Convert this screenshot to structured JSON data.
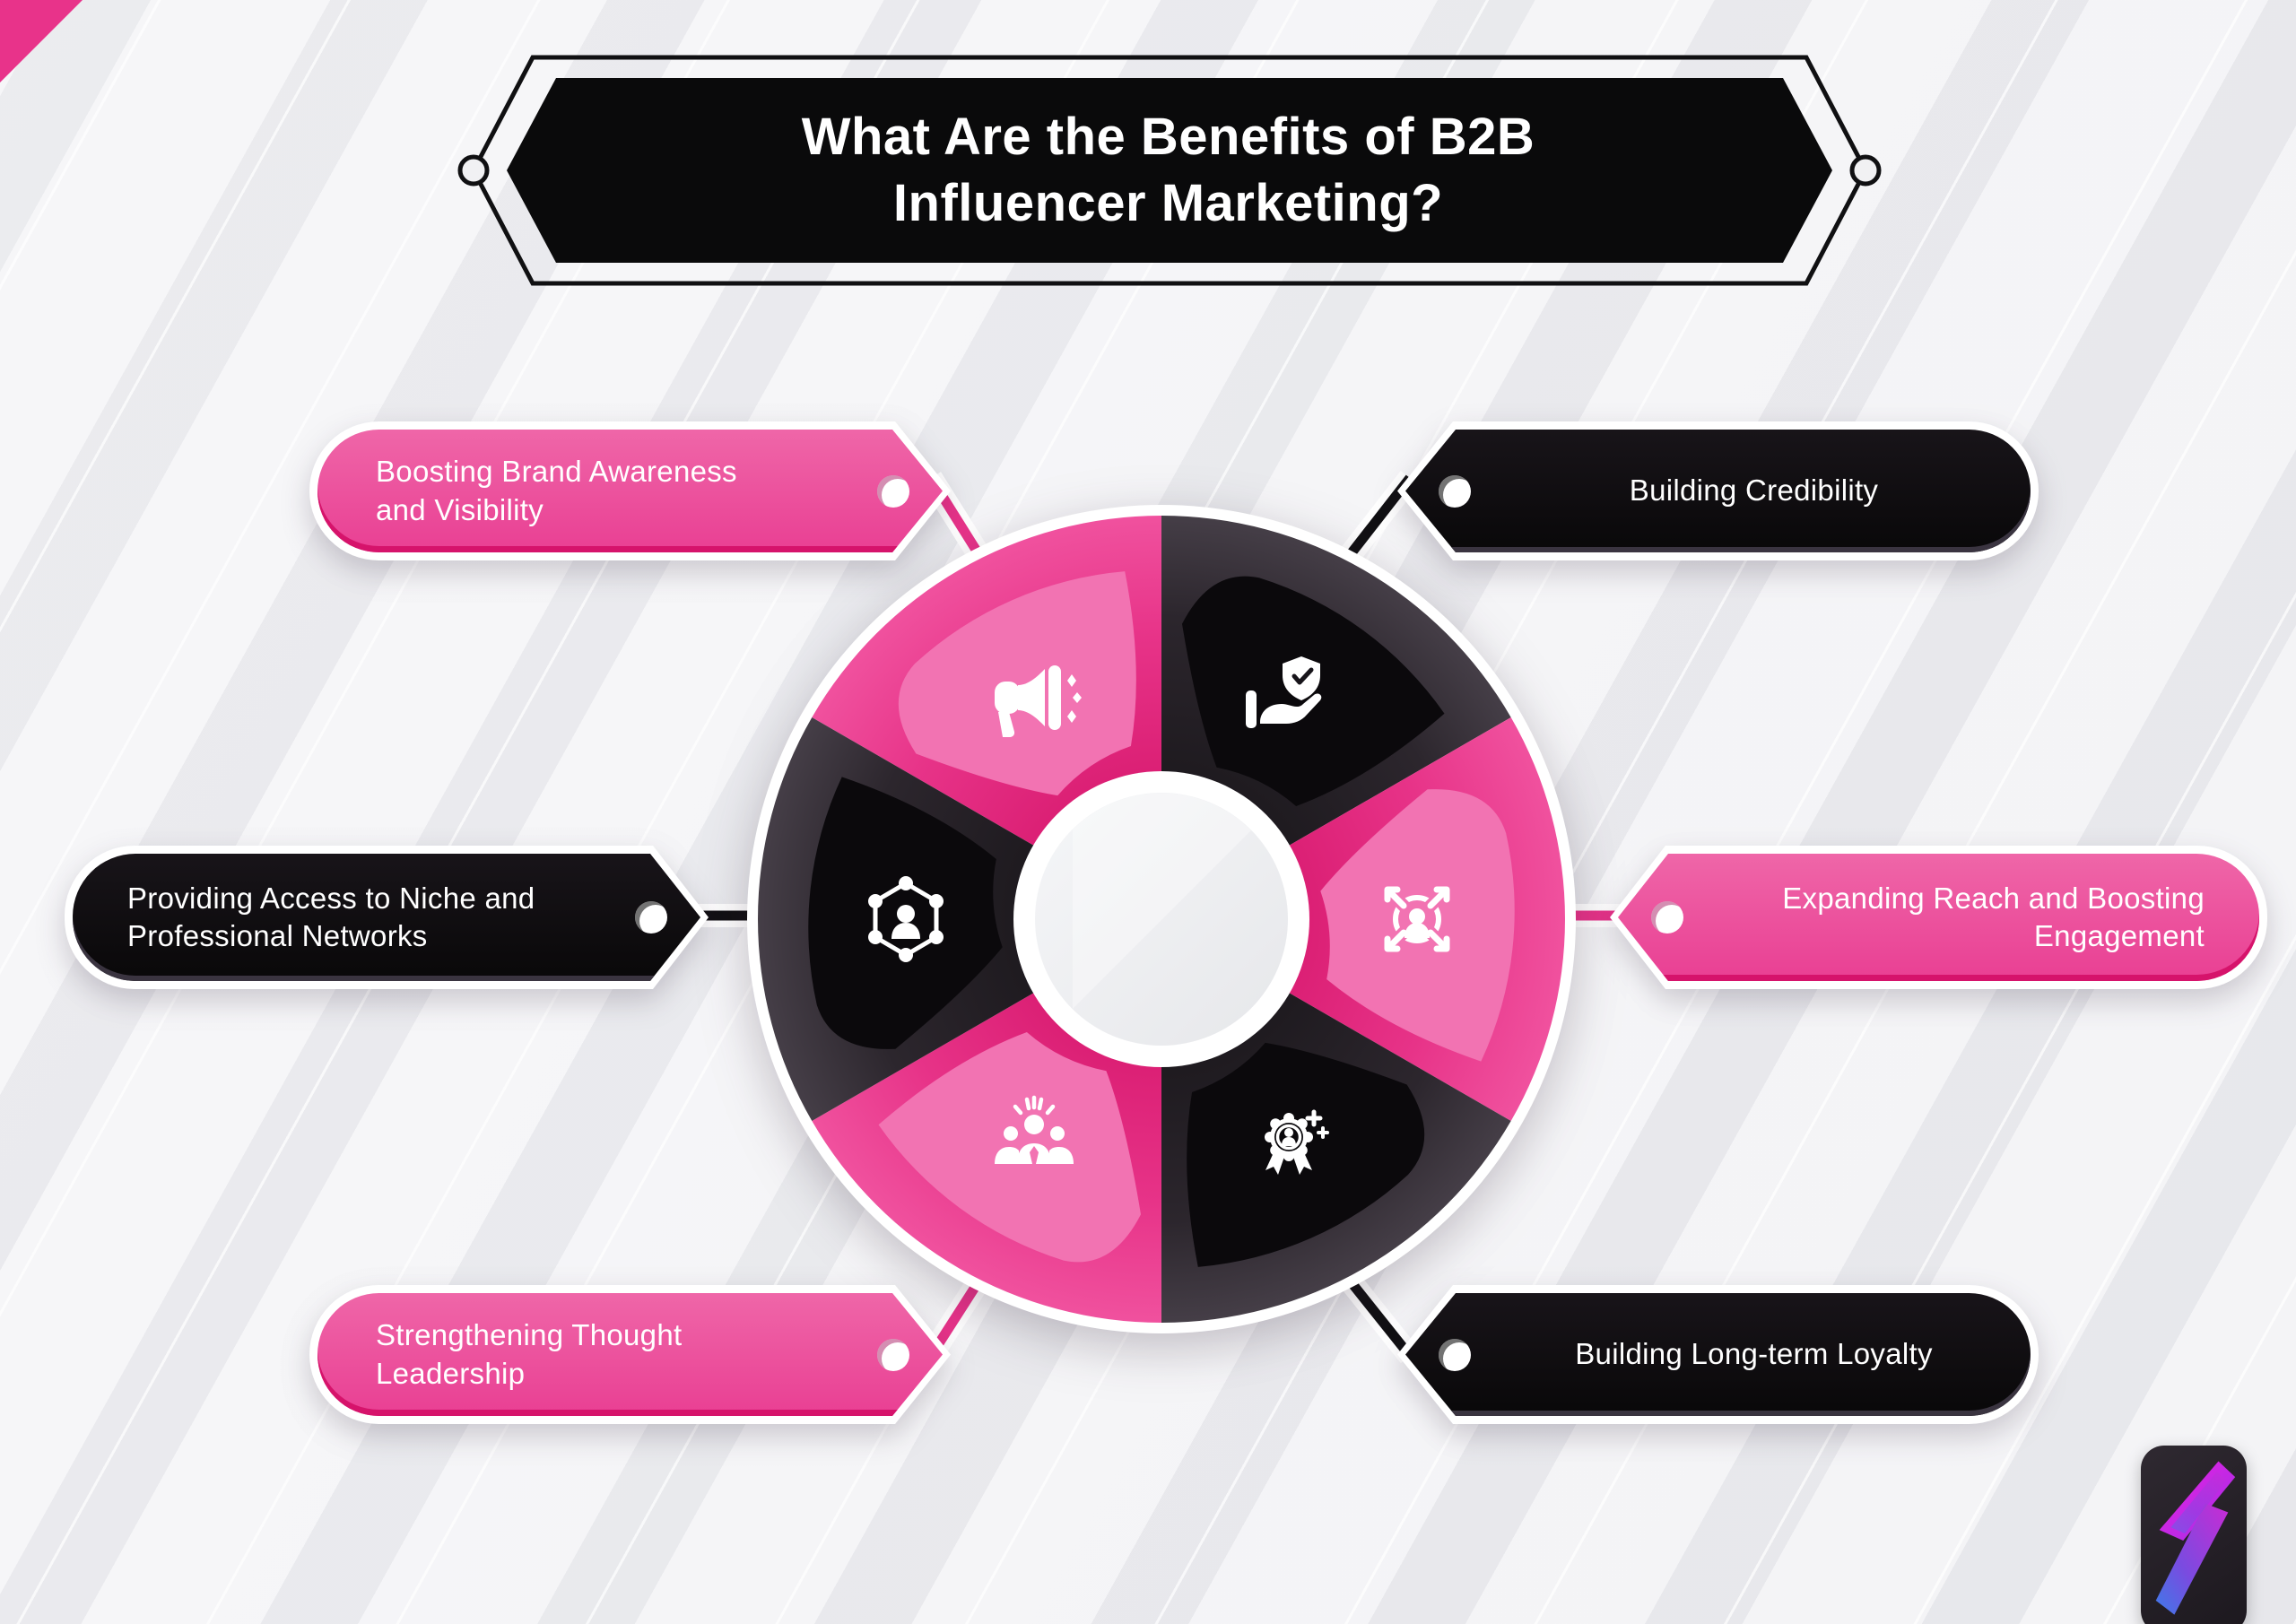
{
  "title": {
    "text": "What Are the Benefits of B2B Influencer Marketing?"
  },
  "benefits": [
    {
      "label": "Boosting Brand Awareness and Visibility",
      "color": "pink",
      "icon": "megaphone-icon",
      "position": "top-left"
    },
    {
      "label": "Building Credibility",
      "color": "black",
      "icon": "shield-check-hand-icon",
      "position": "top-right"
    },
    {
      "label": "Providing Access to Niche and Professional Networks",
      "color": "black",
      "icon": "network-person-icon",
      "position": "middle-left"
    },
    {
      "label": "Expanding Reach and Boosting Engagement",
      "color": "pink",
      "icon": "person-expand-arrows-icon",
      "position": "middle-right"
    },
    {
      "label": "Strengthening Thought Leadership",
      "color": "pink",
      "icon": "team-idea-icon",
      "position": "bottom-left"
    },
    {
      "label": "Building Long-term Loyalty",
      "color": "black",
      "icon": "award-ribbon-icon",
      "position": "bottom-right"
    }
  ],
  "colors": {
    "pink_tag": "#ED5AA1",
    "deep_pink": "#E8338A",
    "leaf_pink": "#F273B2",
    "dark": "#0B0A0C",
    "dark_sector": "#2C262D",
    "background": "#F1F1F3",
    "text": "#FFFFFF"
  },
  "logo": {
    "name": "lightning-bolt-logo"
  }
}
